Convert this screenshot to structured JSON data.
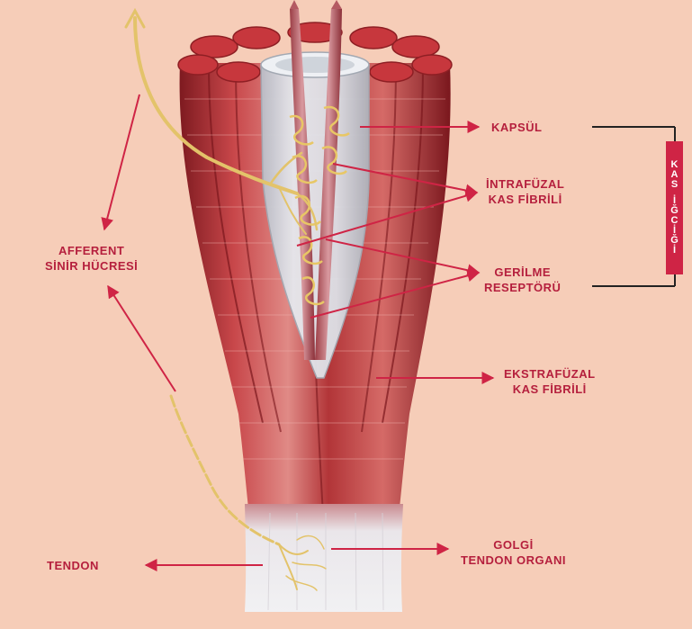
{
  "labels": {
    "kapsul": "KAPSÜL",
    "intrafuzal_l1": "İNTRAFÜZAL",
    "intrafuzal_l2": "KAS FİBRİLİ",
    "gerilme_l1": "GERİLME",
    "gerilme_l2": "RESEPTÖRÜ",
    "ekstrafuzal_l1": "EKSTRAFÜZAL",
    "ekstrafuzal_l2": "KAS FİBRİLİ",
    "afferent_l1": "AFFERENT",
    "afferent_l2": "SİNİR HÜCRESİ",
    "golgi_l1": "GOLGİ",
    "golgi_l2": "TENDON ORGANI",
    "tendon": "TENDON"
  },
  "bracket_label": {
    "word1": [
      "K",
      "A",
      "S"
    ],
    "word2": [
      "İ",
      "Ğ",
      "C",
      "İ",
      "Ğ",
      "İ"
    ]
  },
  "colors": {
    "background": "#f6cdb8",
    "label_text": "#b51f3d",
    "arrow": "#cf2445",
    "muscle_dark": "#8e1f24",
    "muscle_light": "#d76a68",
    "capsule": "#d9dde3",
    "nerve": "#e3c36a",
    "tendon": "#eeeeef"
  }
}
